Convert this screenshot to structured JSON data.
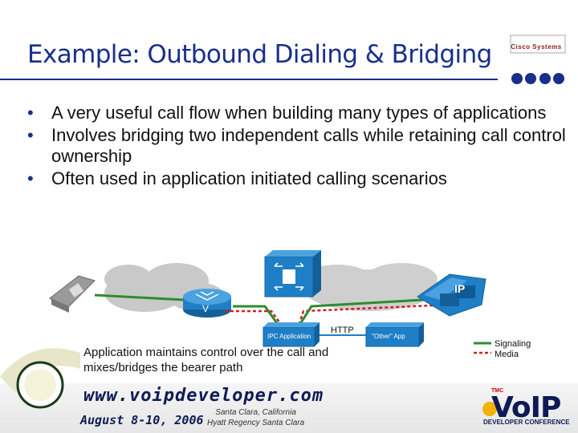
{
  "slide": {
    "title": "Example: Outbound Dialing & Bridging",
    "bullets": [
      "A very useful call flow when building many types of applications",
      "Involves bridging two independent calls while retaining call control ownership",
      "Often used in application initiated calling scenarios"
    ]
  },
  "diagram": {
    "ipc_app_label": "IPC Application",
    "http_label": "HTTP",
    "other_app_label": "\"Other\" App",
    "ip_phone_label": "IP",
    "caption": "Application maintains control over the call and mixes/bridges the bearer path",
    "legend": {
      "signaling": "Signaling",
      "media": "Media",
      "signaling_color": "#2e8b2e",
      "media_color": "#cc2222"
    }
  },
  "footer": {
    "website": "www.voipdeveloper.com",
    "dates": "August 8-10, 2006",
    "venue_line1": "Santa Clara, California",
    "venue_line2": "Hyatt Regency Santa Clara"
  },
  "logos": {
    "cisco": "Cisco Systems",
    "voip_word": "VoIP",
    "voip_sub": "DEVELOPER CONFERENCE",
    "voip_tmc": "TMC"
  },
  "colors": {
    "title": "#1a2f8a",
    "device_blue": "#1e7fc7",
    "footer_navy": "#0d1b55"
  }
}
